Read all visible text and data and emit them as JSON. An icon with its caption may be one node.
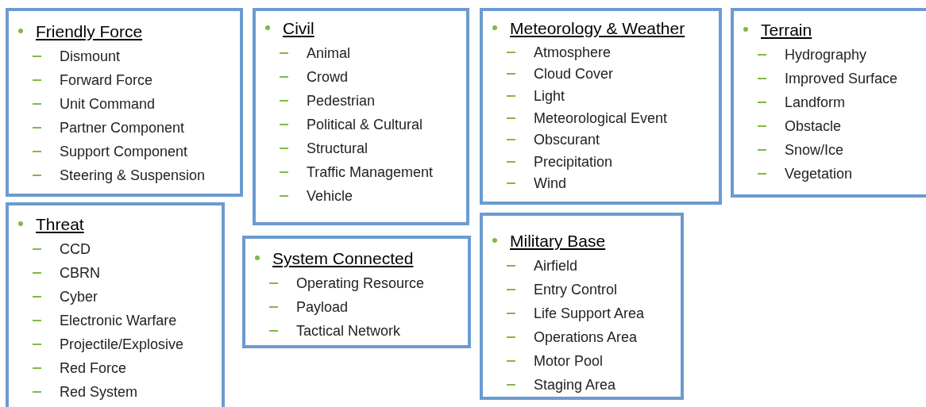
{
  "diagram": {
    "nodes": [
      {
        "text": [
          "Friendly Force",
          "Dismount",
          "Forward Force",
          "Unit Command",
          "Partner Component",
          "Support Component",
          "Steering & Suspension"
        ]
      },
      {
        "text": [
          "Threat",
          "CCD",
          "CBRN",
          "Cyber",
          "Electronic Warfare",
          "Projectile/Explosive",
          "Red Force",
          "Red System"
        ]
      },
      {
        "text": [
          "Civil",
          "Animal",
          "Crowd",
          "Pedestrian",
          "Political & Cultural",
          "Structural",
          "Traffic Management",
          "Vehicle"
        ]
      },
      {
        "text": [
          "System Connected",
          "Operating Resource",
          "Payload",
          "Tactical Network"
        ]
      },
      {
        "text": [
          "Meteorology & Weather",
          "Atmosphere",
          "Cloud Cover",
          "Light",
          "Meteorological Event",
          "Obscurant",
          "Precipitation",
          "Wind"
        ]
      },
      {
        "text": [
          "Military Base",
          "Airfield",
          "Entry Control",
          "Life Support Area",
          "Operations Area",
          "Motor Pool",
          "Staging Area"
        ]
      },
      {
        "text": [
          "Terrain",
          "Hydrography",
          "Improved Surface",
          "Landform",
          "Obstacle",
          "Snow/Ice",
          "Vegetation"
        ]
      }
    ],
    "edges": []
  }
}
